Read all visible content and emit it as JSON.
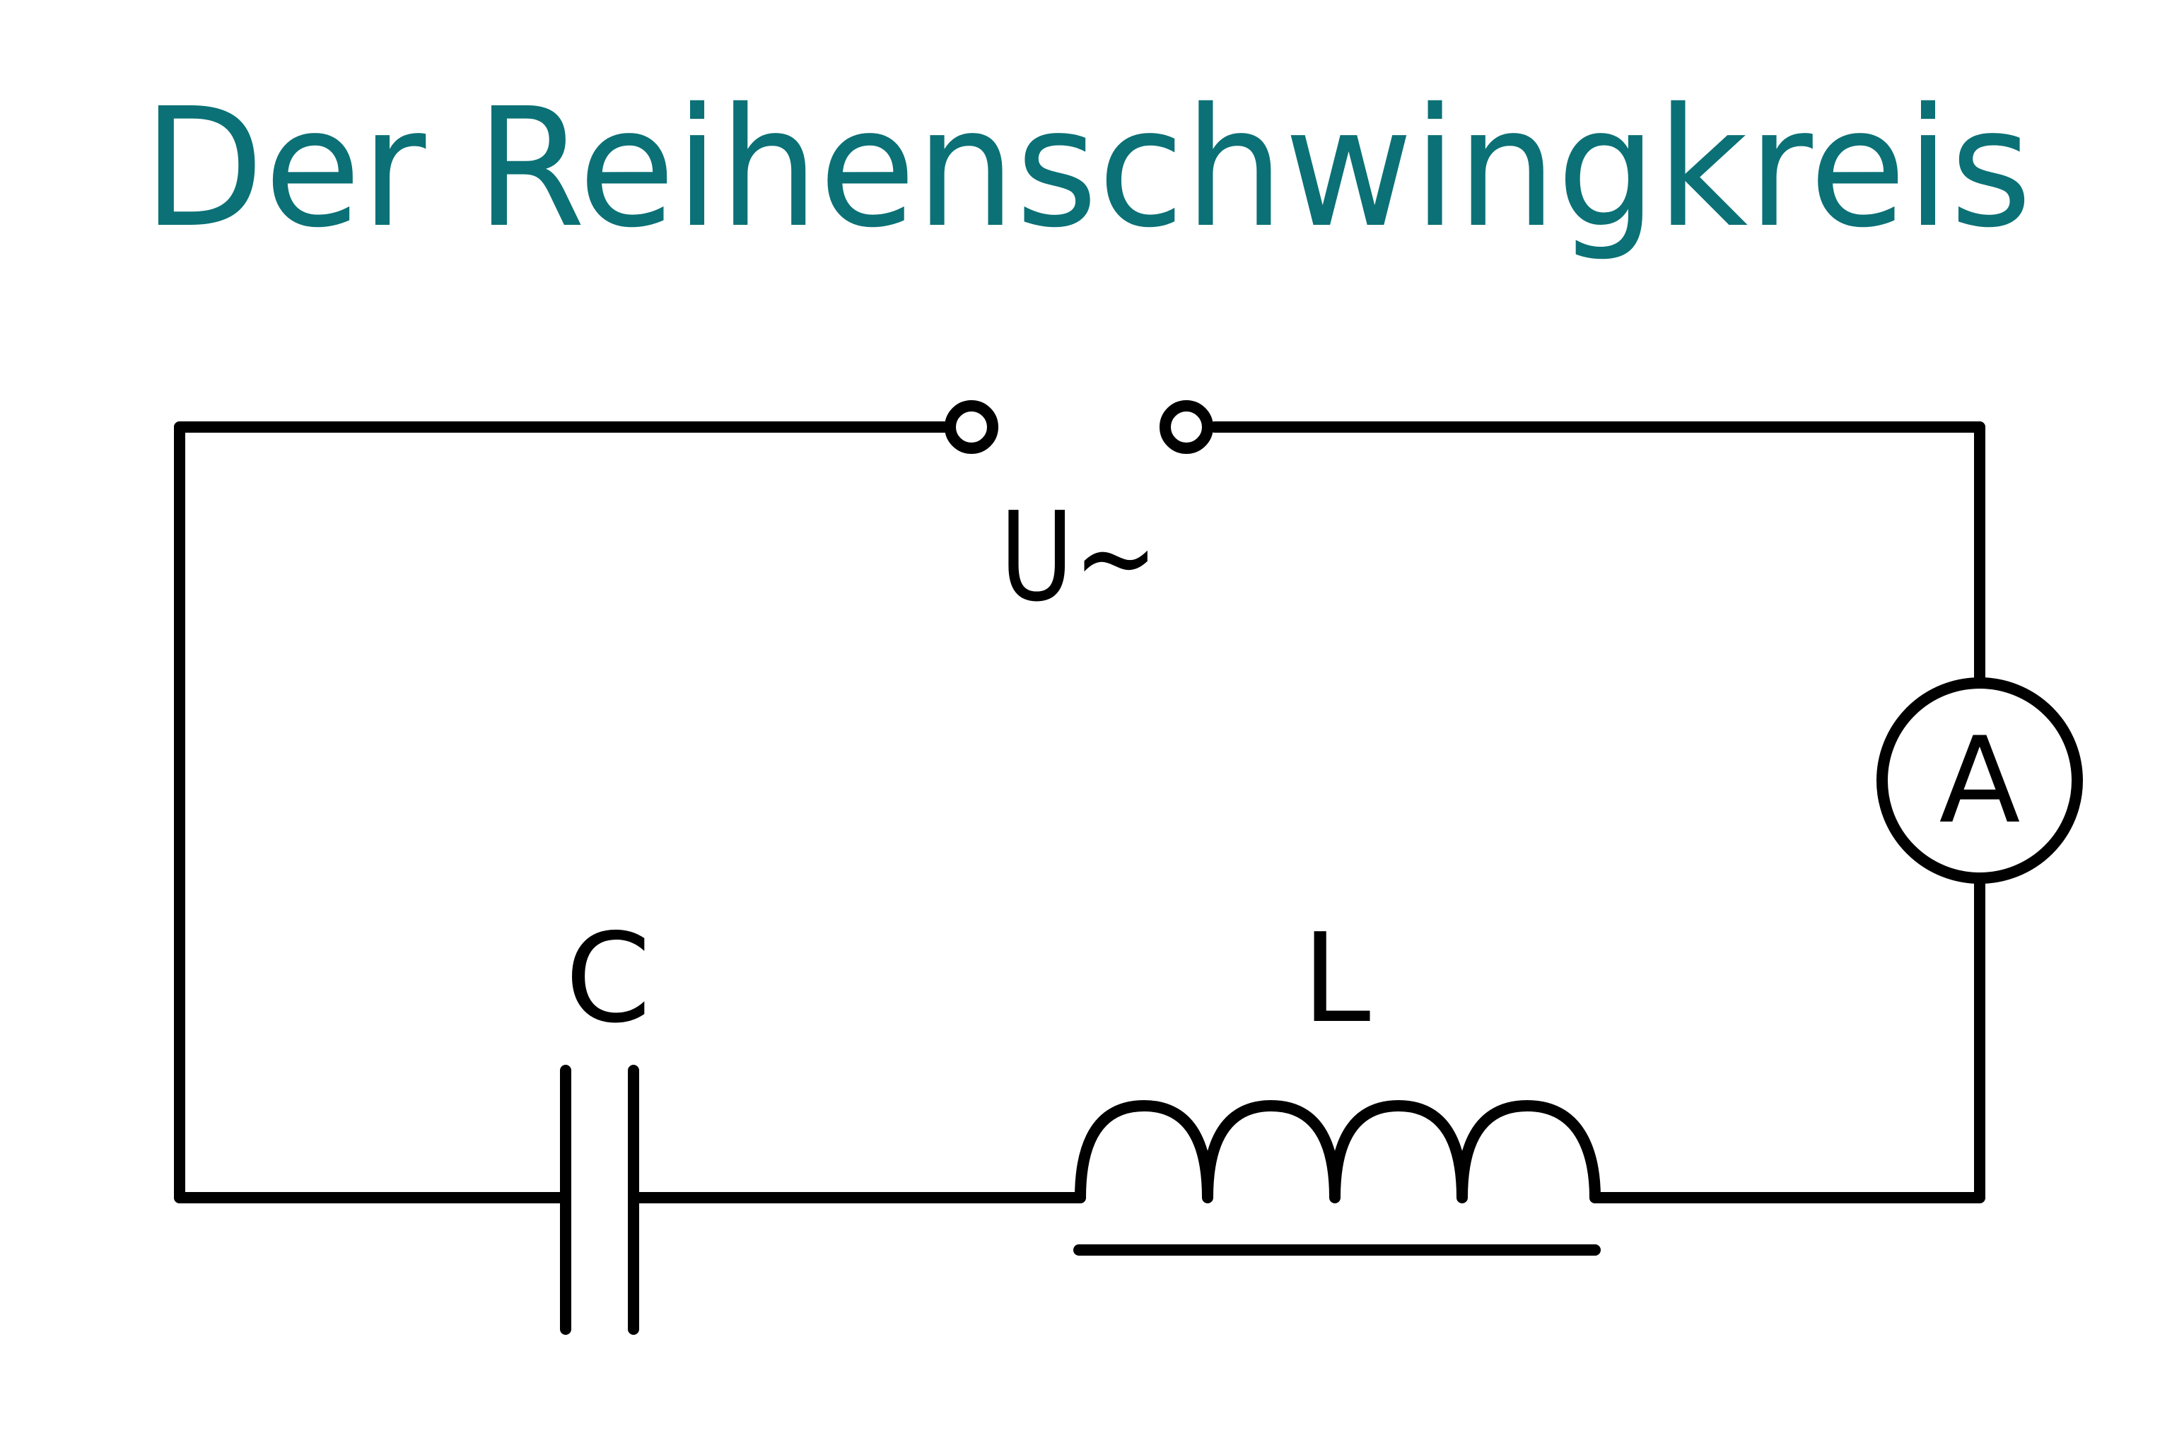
{
  "title": "Der Reihenschwingkreis",
  "colors": {
    "title": "#0b7176",
    "lines": "#000000",
    "background": "#ffffff"
  },
  "labels": {
    "source": "U~",
    "ammeter": "A",
    "capacitor": "C",
    "inductor": "L"
  },
  "components": {
    "source": "ac-voltage-source-terminals",
    "ammeter": "ammeter-icon",
    "capacitor": "capacitor-icon",
    "inductor": "inductor-coil-with-core-icon"
  }
}
